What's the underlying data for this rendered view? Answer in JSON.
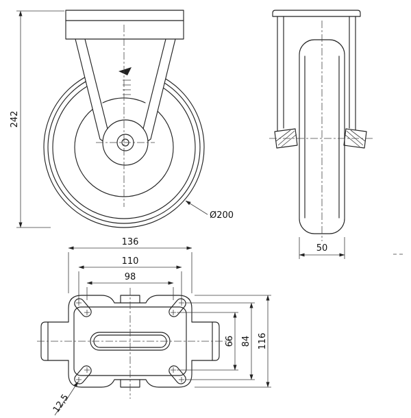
{
  "drawing": {
    "front_view": {
      "overall_height": "242",
      "wheel_diameter": "Ø200"
    },
    "side_view": {
      "wheel_width": "50"
    },
    "top_view": {
      "plate_length": "136",
      "bolt_spacing_outer": "110",
      "bolt_spacing_inner": "98",
      "bolt_spacing_inner_vertical": "66",
      "bolt_spacing_outer_vertical": "84",
      "plate_width": "116",
      "bolt_hole_diameter": "12,5"
    }
  }
}
